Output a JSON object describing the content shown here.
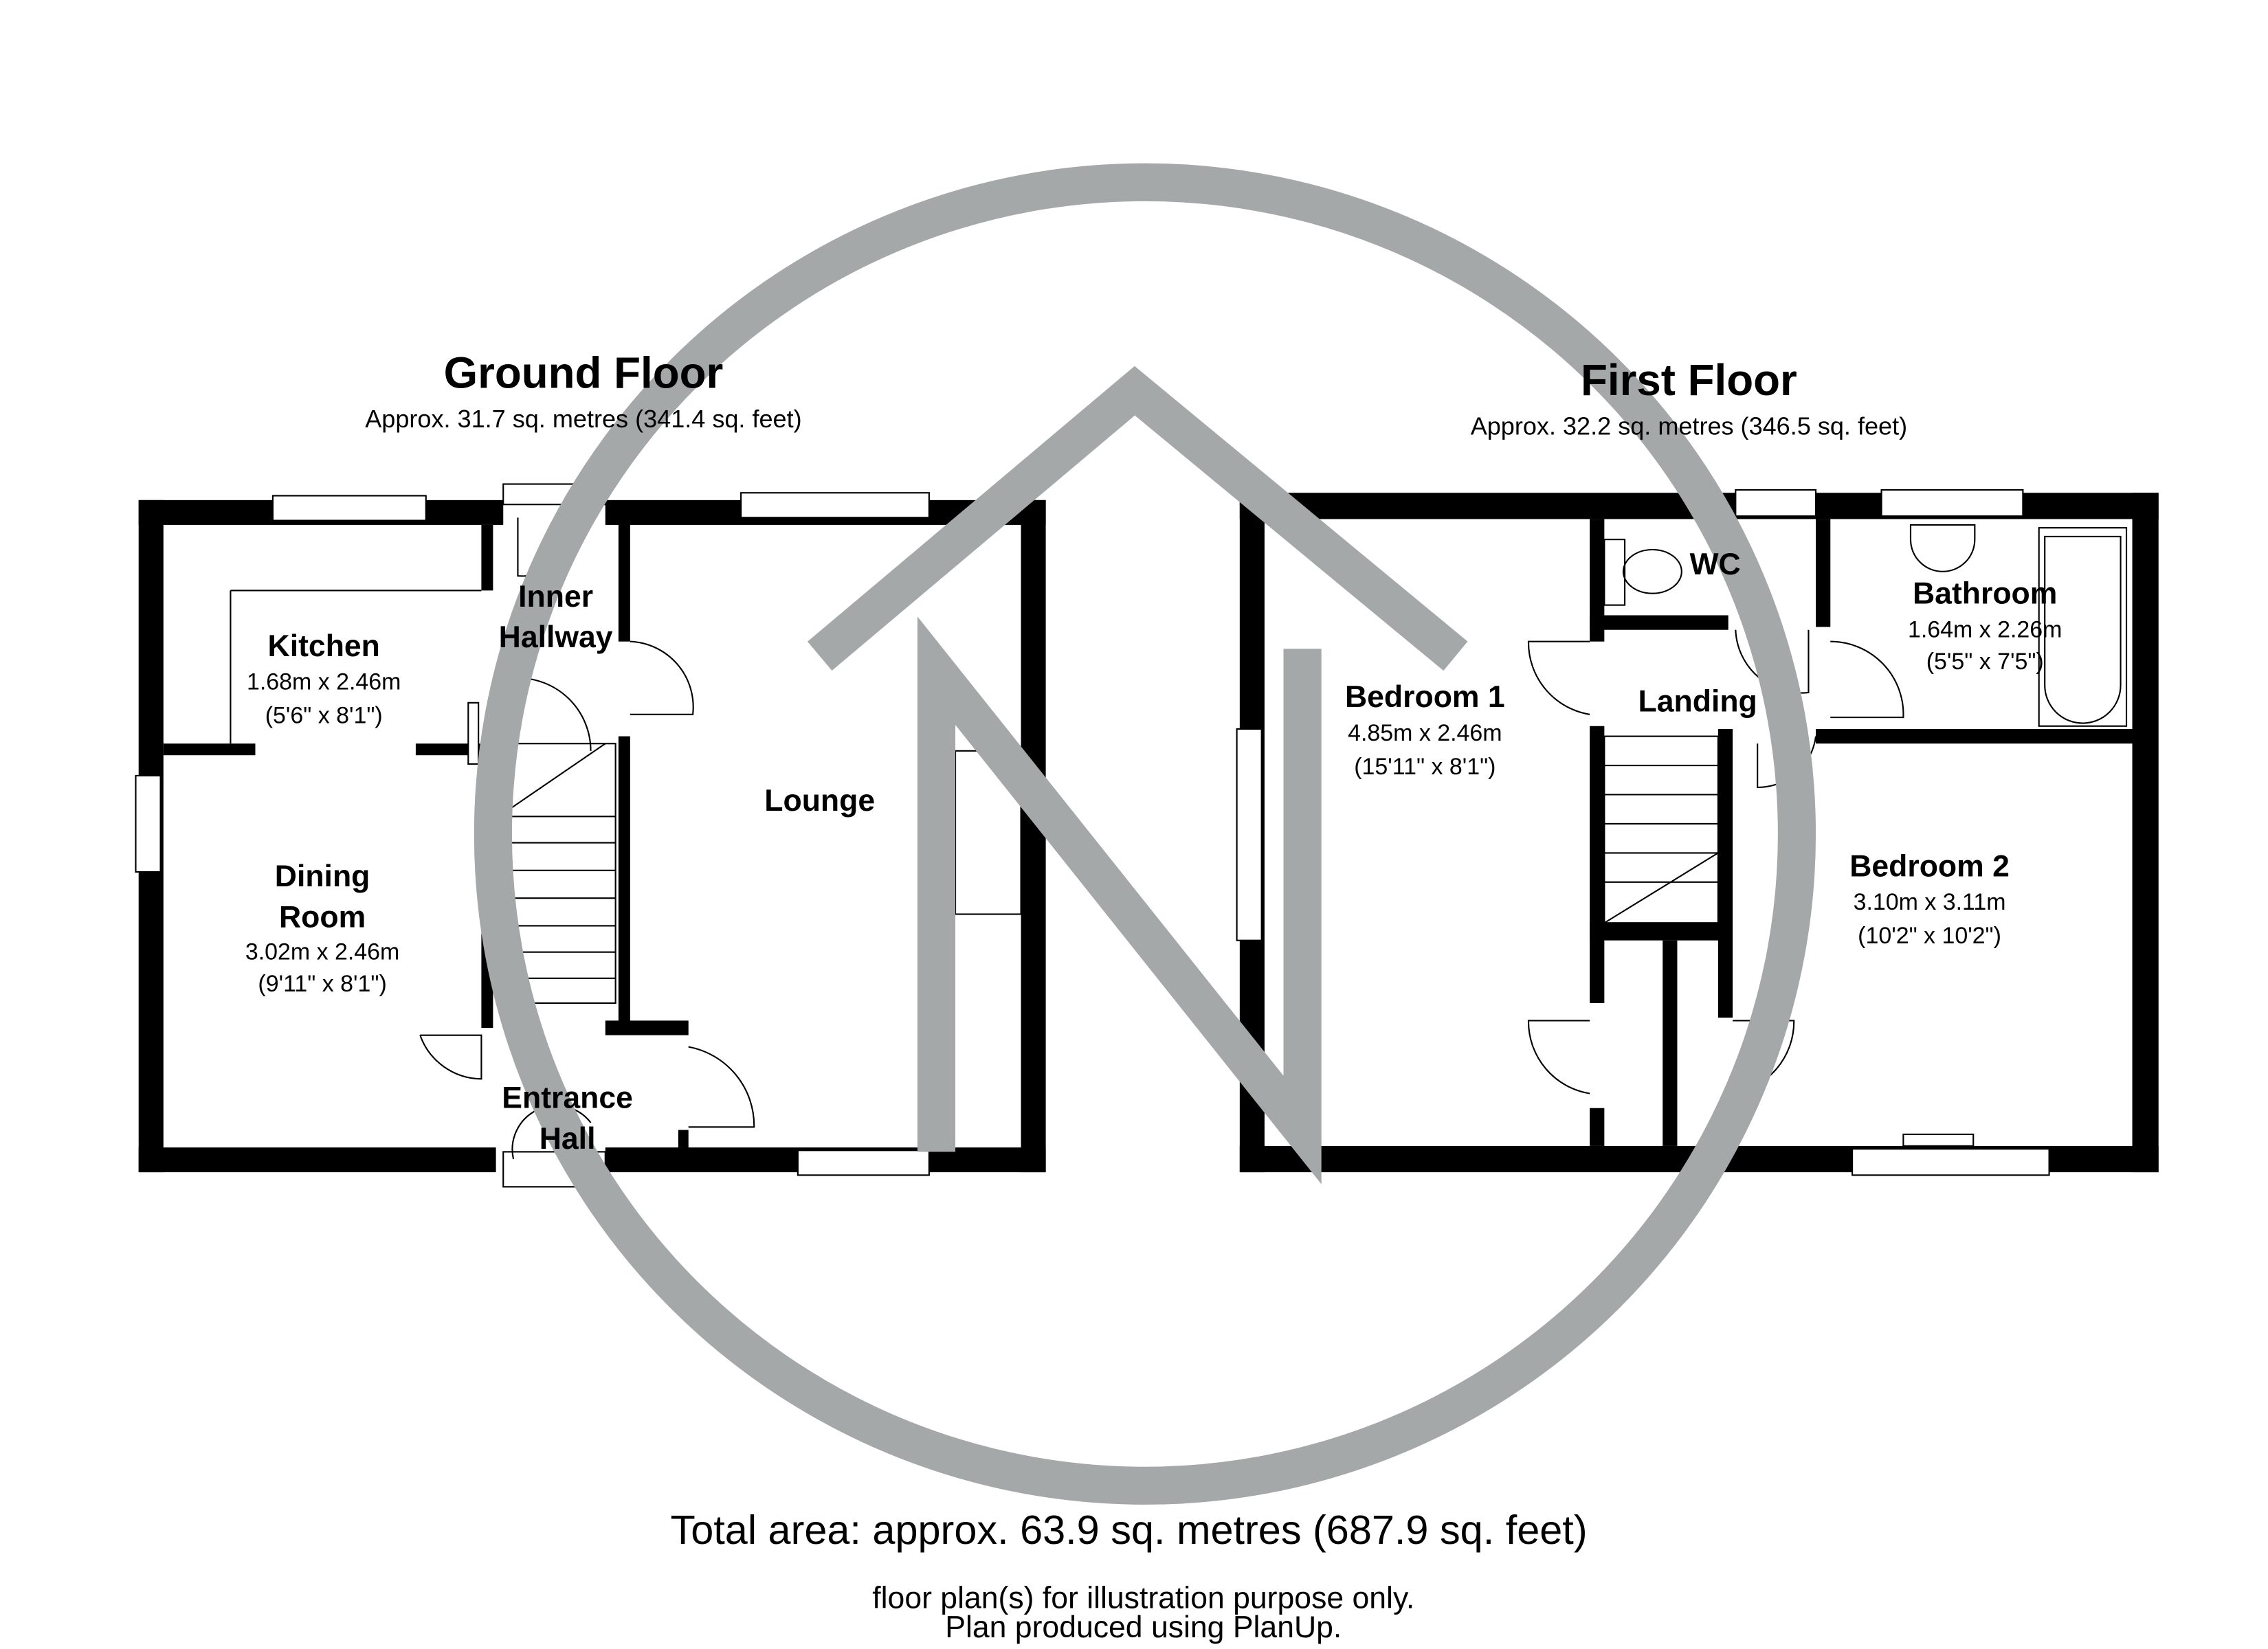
{
  "ground_floor": {
    "title": "Ground Floor",
    "area": "Approx.  31.7 sq. metres (341.4 sq. feet)",
    "rooms": [
      {
        "name": "Kitchen",
        "metric": "1.68m x 2.46m",
        "imperial": "(5'6\" x 8'1\")"
      },
      {
        "name_line1": "Dining",
        "name_line2": "Room",
        "metric": "3.02m x 2.46m",
        "imperial": "(9'11\" x 8'1\")"
      },
      {
        "name_line1": "Inner",
        "name_line2": "Hallway"
      },
      {
        "name": "Lounge"
      },
      {
        "name_line1": "Entrance",
        "name_line2": "Hall"
      }
    ]
  },
  "first_floor": {
    "title": "First Floor",
    "area": "Approx.  32.2 sq. metres (346.5 sq. feet)",
    "rooms": [
      {
        "name": "Bedroom 1",
        "metric": "4.85m x 2.46m",
        "imperial": "(15'11\" x 8'1\")"
      },
      {
        "name": "WC"
      },
      {
        "name": "Bathroom",
        "metric": "1.64m x 2.26m",
        "imperial": "(5'5\" x 7'5\")"
      },
      {
        "name": "Landing"
      },
      {
        "name": "Bedroom 2",
        "metric": "3.10m x 3.11m",
        "imperial": "(10'2\" x 10'2\")"
      }
    ]
  },
  "footer": {
    "total": "Total area: approx.  63.9 sq. metres (687.9 sq. feet)",
    "disclaimer": "floor plan(s) for illustration purpose only.",
    "credit": "Plan produced using PlanUp."
  },
  "colors": {
    "wall": "#000000",
    "watermark": "#a5a8a8"
  }
}
